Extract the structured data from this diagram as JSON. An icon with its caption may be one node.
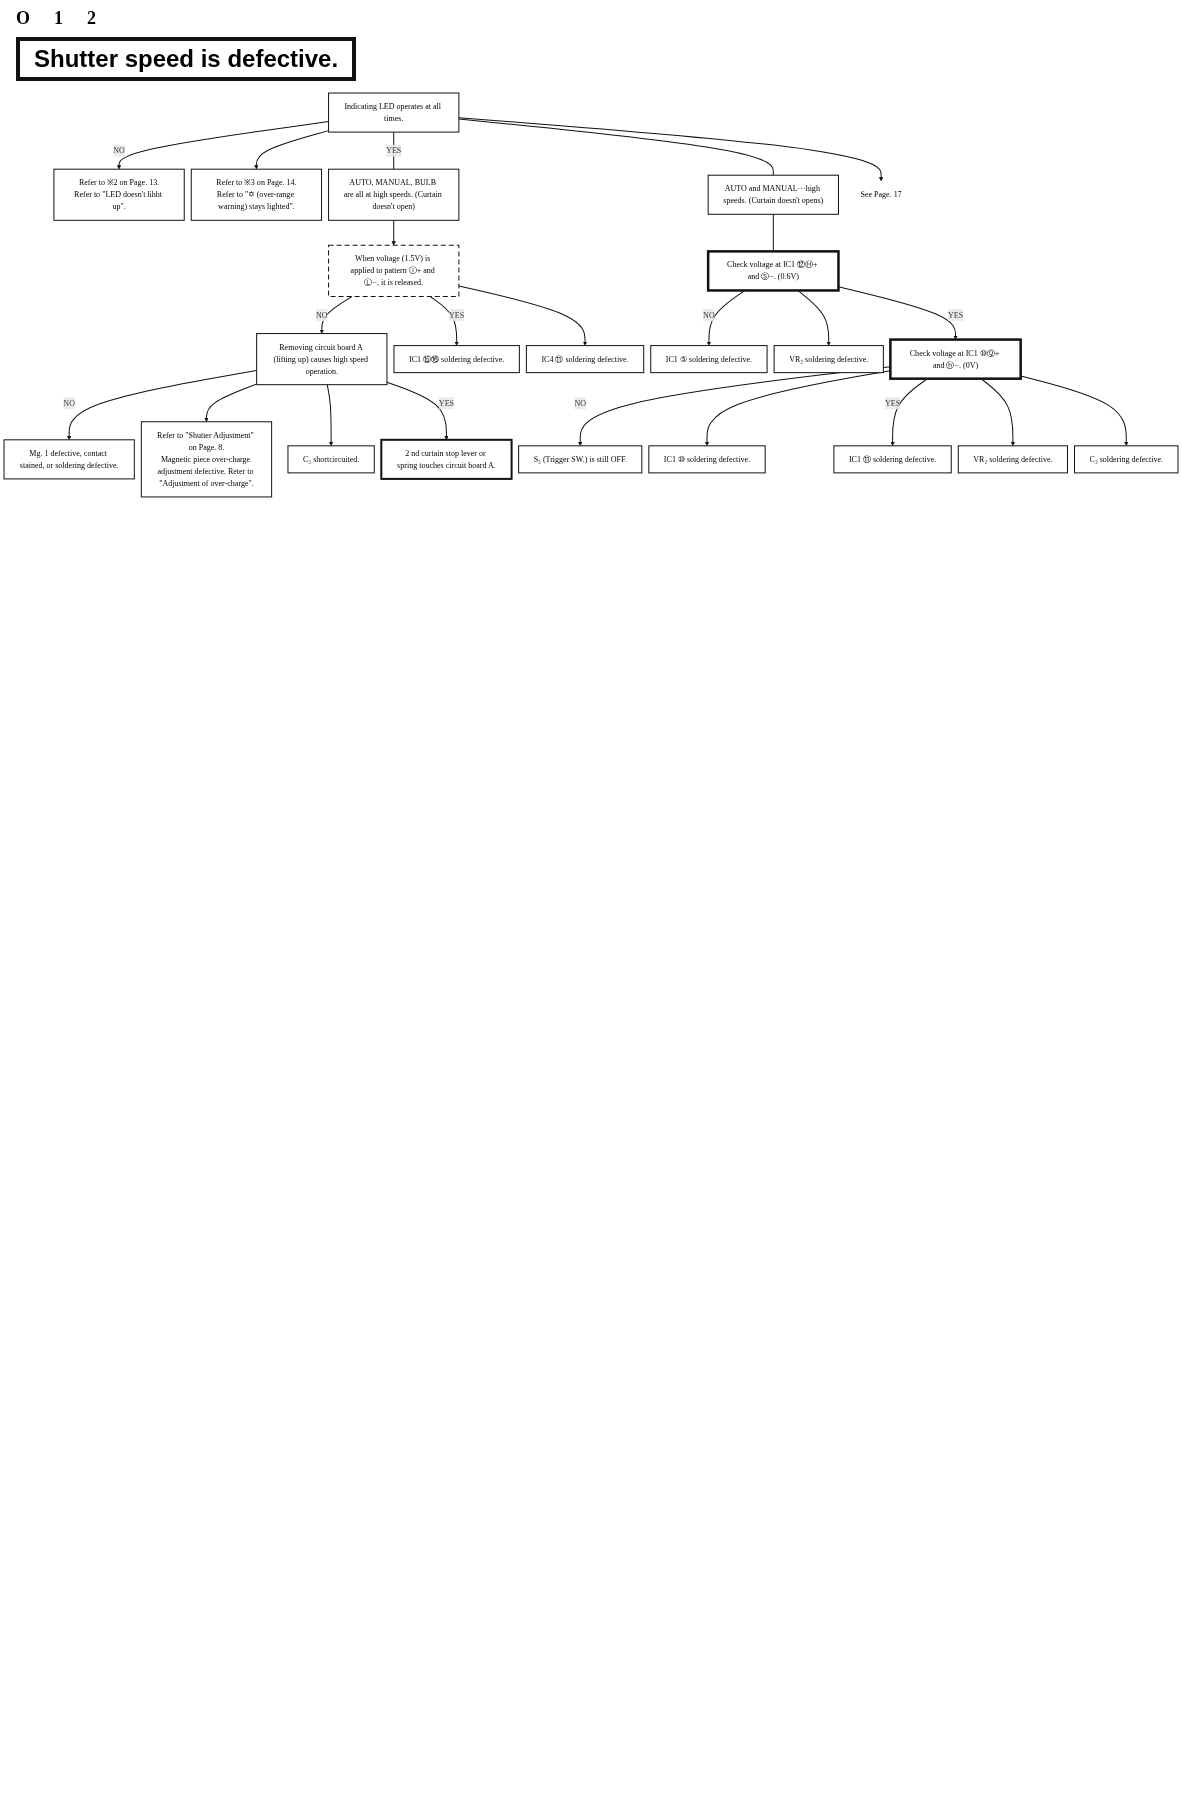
{
  "diagram": {
    "title": "Shutter speed is defective.",
    "nodes": [
      {
        "text": [
          "Indicating LED operates at all times."
        ]
      },
      {
        "text": [
          "Refer to ※2 on Page. 13.",
          "Refer to \"LED doesn't lihht up\"."
        ]
      },
      {
        "text": [
          "Refer to ※3 on Page. 14.",
          "Refer to \"✡ (over-range warning) stays lighted\"."
        ]
      },
      {
        "text": [
          "AUTO, MANUAL, BULB are all at high speeds. (Curtain doesn't open)"
        ]
      },
      {
        "text": [
          "When voltage (1.5V) is applied to pattern Ⓘ+ and Ⓛ−, it is released."
        ]
      },
      {
        "text": [
          "Removing circuit board A (lifting up) causes high speed operation."
        ]
      },
      {
        "text": [
          "Mg. 1 defective, contact stained, or soldering defective."
        ]
      },
      {
        "text": [
          "Refer to \"Shutter Adjustment\" on Page. 8.",
          "Magnetic piece over-charge adjustment defective. Reter to \"Adjustment of over-charge\"."
        ]
      },
      {
        "text": [
          "C₃ shortcircuited."
        ]
      },
      {
        "text": [
          "2 nd curtain stop lever or spring touches circuit board A."
        ]
      },
      {
        "text": [
          "IC1 ⑮⑯ soldering defective."
        ]
      },
      {
        "text": [
          "IC4 ⑪ soldering defective."
        ]
      },
      {
        "text": [
          "AUTO and MANUAL···high speeds. (Curtain doesn't opens)"
        ]
      },
      {
        "text": [
          "Check voltage at IC1 ⑫Ⓗ+ and Ⓢ−. (0.6V)"
        ]
      },
      {
        "text": [
          "IC1 ⑤ soldering defective."
        ]
      },
      {
        "text": [
          "VR₂ soldering defective."
        ]
      },
      {
        "text": [
          "Check voltage at IC1 ⑩Ⓠ+ and ⓗ−. (0V)"
        ]
      },
      {
        "text": [
          "S₃ (Trigger SW.) is still OFF."
        ]
      },
      {
        "text": [
          "IC1 ⑩ soldering defective."
        ]
      },
      {
        "text": [
          "IC1 ⑪ soldering defective."
        ]
      },
      {
        "text": [
          "VR₂ soldering defective."
        ]
      },
      {
        "text": [
          "C₂ soldering defective."
        ]
      },
      {
        "text": [
          "See Page. 17"
        ]
      }
    ],
    "edges": [
      {
        "from": 0,
        "to": 1,
        "arrow": "to",
        "label": "NO"
      },
      {
        "from": 0,
        "to": 2,
        "arrow": "to"
      },
      {
        "from": 0,
        "to": 3,
        "arrow": "none",
        "label": "YES"
      },
      {
        "from": 3,
        "to": 4,
        "arrow": "to"
      },
      {
        "from": 4,
        "to": 5,
        "arrow": "to",
        "label": "NO"
      },
      {
        "from": 5,
        "to": 6,
        "arrow": "to",
        "label": "NO"
      },
      {
        "from": 5,
        "to": 7,
        "arrow": "to"
      },
      {
        "from": 5,
        "to": 8,
        "arrow": "to"
      },
      {
        "from": 5,
        "to": 9,
        "arrow": "to",
        "label": "YES"
      },
      {
        "from": 4,
        "to": 10,
        "arrow": "to",
        "label": "YES"
      },
      {
        "from": 4,
        "to": 11,
        "arrow": "to"
      },
      {
        "from": 0,
        "to": 12,
        "arrow": "none"
      },
      {
        "from": 12,
        "to": 13,
        "arrow": "none"
      },
      {
        "from": 13,
        "to": 14,
        "arrow": "to",
        "label": "NO"
      },
      {
        "from": 13,
        "to": 15,
        "arrow": "to"
      },
      {
        "from": 13,
        "to": 16,
        "arrow": "to",
        "label": "YES"
      },
      {
        "from": 16,
        "to": 17,
        "arrow": "to",
        "label": "NO"
      },
      {
        "from": 16,
        "to": 18,
        "arrow": "to"
      },
      {
        "from": 16,
        "to": 19,
        "arrow": "to",
        "label": "YES"
      },
      {
        "from": 16,
        "to": 20,
        "arrow": "to"
      },
      {
        "from": 16,
        "to": 21,
        "arrow": "to"
      },
      {
        "from": 0,
        "to": 22,
        "arrow": "to"
      }
    ],
    "labels": [
      "O",
      "1",
      "2"
    ]
  }
}
